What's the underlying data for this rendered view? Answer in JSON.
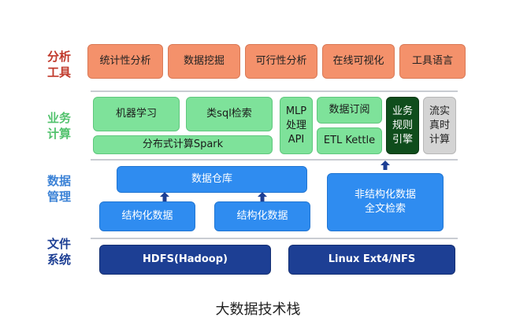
{
  "layers": {
    "analysis": {
      "label": "分析\n工具",
      "color": "#c0392b"
    },
    "compute": {
      "label": "业务\n计算",
      "color": "#52c26d"
    },
    "data": {
      "label": "数据\n管理",
      "color": "#3b82d6"
    },
    "file": {
      "label": "文件\n系统",
      "color": "#1d3f94"
    }
  },
  "analysis_tools": [
    "统计性分析",
    "数据挖掘",
    "可行性分析",
    "在线可视化",
    "工具语言"
  ],
  "compute": {
    "ml": "机器学习",
    "sql": "类sql检索",
    "spark": "分布式计算Spark",
    "mlp": "MLP\n处理\nAPI",
    "subscribe": "数据订阅",
    "etl": "ETL Kettle",
    "rules": "业务\n规则\n引擎",
    "stream": "流实\n真时\n计算"
  },
  "data_mgmt": {
    "warehouse": "数据仓库",
    "structured_left": "结构化数据",
    "structured_right": "结构化数据",
    "unstructured": "非结构化数据\n全文检索"
  },
  "filesystem": {
    "hdfs": "HDFS(Hadoop)",
    "linux": "Linux Ext4/NFS"
  },
  "caption": "大数据技术栈"
}
